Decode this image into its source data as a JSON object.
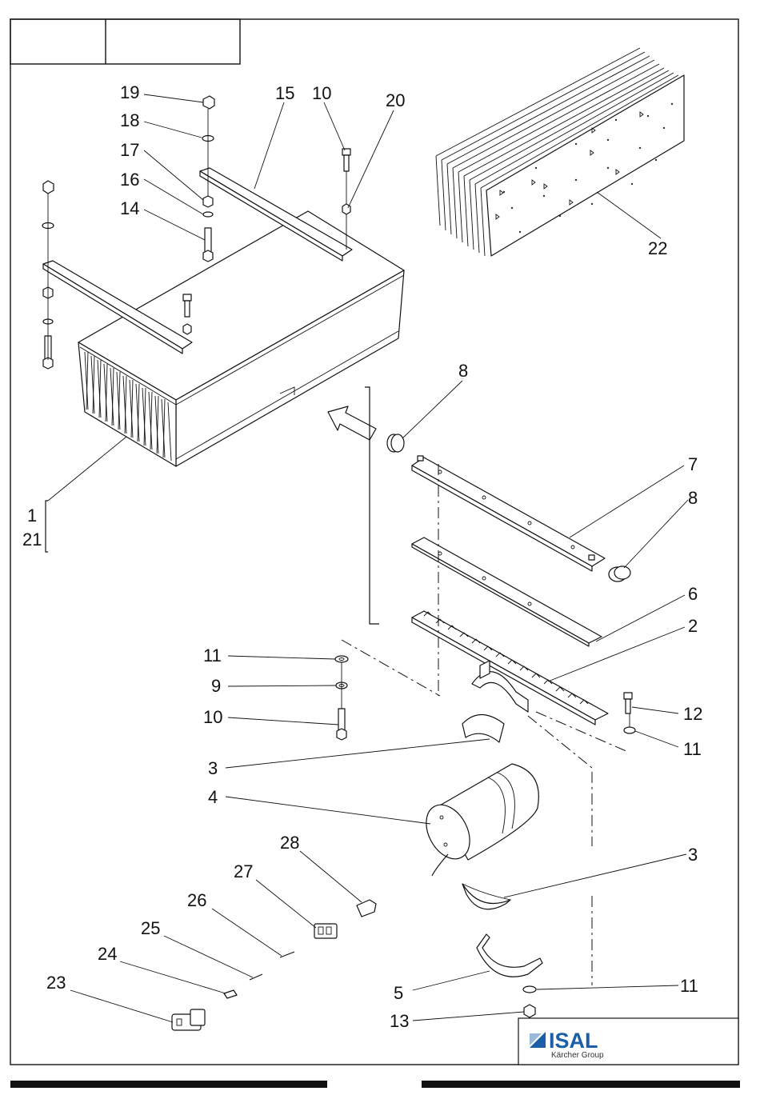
{
  "brand": {
    "name": "ISAL",
    "tagline": "Kärcher Group",
    "color": "#1a5fa8"
  },
  "callouts": [
    {
      "id": "c19",
      "text": "19"
    },
    {
      "id": "c18",
      "text": "18"
    },
    {
      "id": "c17",
      "text": "17"
    },
    {
      "id": "c16",
      "text": "16"
    },
    {
      "id": "c14",
      "text": "14"
    },
    {
      "id": "c15",
      "text": "15"
    },
    {
      "id": "c10a",
      "text": "10"
    },
    {
      "id": "c20",
      "text": "20"
    },
    {
      "id": "c22",
      "text": "22"
    },
    {
      "id": "c8a",
      "text": "8"
    },
    {
      "id": "c7",
      "text": "7"
    },
    {
      "id": "c8b",
      "text": "8"
    },
    {
      "id": "c1",
      "text": "1"
    },
    {
      "id": "c21",
      "text": "21"
    },
    {
      "id": "c6",
      "text": "6"
    },
    {
      "id": "c2",
      "text": "2"
    },
    {
      "id": "c11a",
      "text": "11"
    },
    {
      "id": "c9",
      "text": "9"
    },
    {
      "id": "c10b",
      "text": "10"
    },
    {
      "id": "c12",
      "text": "12"
    },
    {
      "id": "c11b",
      "text": "11"
    },
    {
      "id": "c3a",
      "text": "3"
    },
    {
      "id": "c4",
      "text": "4"
    },
    {
      "id": "c28",
      "text": "28"
    },
    {
      "id": "c3b",
      "text": "3"
    },
    {
      "id": "c27",
      "text": "27"
    },
    {
      "id": "c26",
      "text": "26"
    },
    {
      "id": "c25",
      "text": "25"
    },
    {
      "id": "c24",
      "text": "24"
    },
    {
      "id": "c23",
      "text": "23"
    },
    {
      "id": "c5",
      "text": "5"
    },
    {
      "id": "c11c",
      "text": "11"
    },
    {
      "id": "c13",
      "text": "13"
    }
  ]
}
